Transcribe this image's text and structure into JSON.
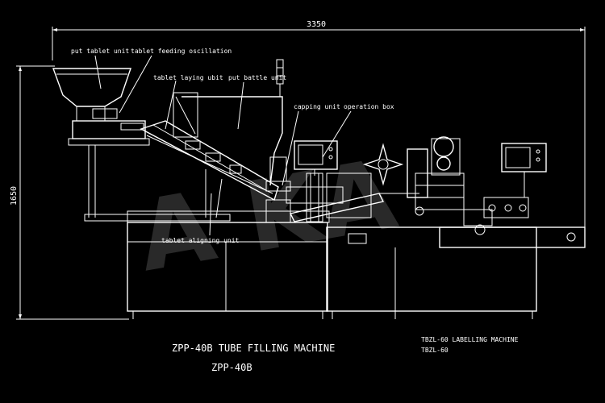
{
  "dimensions": {
    "width_label": "3350",
    "height_label": "1650"
  },
  "labels": {
    "put_tablet_unit": "put tablet unit",
    "tablet_feeding_oscillation": "tablet feeding oscillation",
    "tablet_laying_unit": "tablet laying ubit",
    "put_bottle_unit": "put battle unit",
    "capping_unit": "capping unit",
    "operation_box": "operation box",
    "tablet_aligning_unit": "tablet aligning unit"
  },
  "captions": {
    "machine_title": "ZPP-40B TUBE FILLING MACHINE",
    "machine_model": "ZPP-40B",
    "labeller_title": "TBZL-60 LABELLING MACHINE",
    "labeller_model": "TBZL-60"
  },
  "watermark": {
    "text": "A KA"
  },
  "colors": {
    "background": "#000000",
    "line": "#ffffff"
  }
}
